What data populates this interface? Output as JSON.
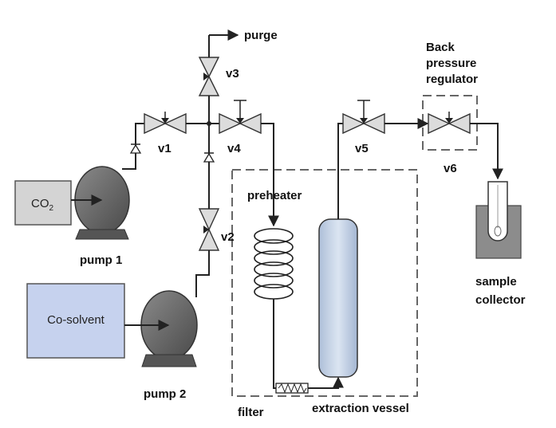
{
  "labels": {
    "purge": "purge",
    "v1": "v1",
    "v2": "v2",
    "v3": "v3",
    "v4": "v4",
    "v5": "v5",
    "v6": "v6",
    "back_pressure_1": "Back",
    "back_pressure_2": "pressure",
    "back_pressure_3": "regulator",
    "preheater": "preheater",
    "pump1": "pump 1",
    "pump2": "pump 2",
    "filter": "filter",
    "extraction_vessel": "extraction vessel",
    "sample_collector_1": "sample",
    "sample_collector_2": "collector",
    "co2_main": "CO",
    "co2_sub": "2",
    "cosolvent": "Co-solvent"
  },
  "colors": {
    "tank_fill": "#c6d6e8",
    "co2_box": "#d4d4d4",
    "cosolvent_box": "#c6d2ee",
    "pump_fill": "#6e6e6e",
    "vessel_fill": "#c3d1e6"
  }
}
